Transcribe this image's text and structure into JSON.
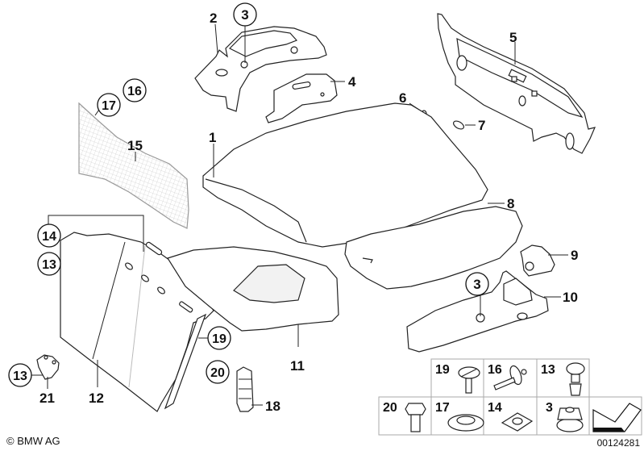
{
  "diagram": {
    "title": "BMW AG parts diagram - luggage compartment trim",
    "copyright": "© BMW AG",
    "reference_number": "00124281",
    "callouts": [
      {
        "id": "1",
        "circled": false
      },
      {
        "id": "2",
        "circled": false
      },
      {
        "id": "3",
        "circled": true
      },
      {
        "id": "4",
        "circled": false
      },
      {
        "id": "5",
        "circled": false
      },
      {
        "id": "6",
        "circled": false
      },
      {
        "id": "7",
        "circled": false
      },
      {
        "id": "8",
        "circled": false
      },
      {
        "id": "9",
        "circled": false
      },
      {
        "id": "10",
        "circled": false
      },
      {
        "id": "11",
        "circled": false
      },
      {
        "id": "12",
        "circled": false
      },
      {
        "id": "13",
        "circled": true
      },
      {
        "id": "14",
        "circled": true
      },
      {
        "id": "15",
        "circled": false
      },
      {
        "id": "16",
        "circled": true
      },
      {
        "id": "17",
        "circled": true
      },
      {
        "id": "18",
        "circled": false
      },
      {
        "id": "19",
        "circled": true
      },
      {
        "id": "20",
        "circled": true
      },
      {
        "id": "21",
        "circled": false
      }
    ],
    "labels": {
      "l1": "1",
      "l2": "2",
      "l3a": "3",
      "l3b": "3",
      "l4": "4",
      "l5": "5",
      "l6": "6",
      "l7": "7",
      "l8": "8",
      "l9": "9",
      "l10": "10",
      "l11": "11",
      "l12": "12",
      "l13a": "13",
      "l13b": "13",
      "l14": "14",
      "l15": "15",
      "l16": "16",
      "l17": "17",
      "l18": "18",
      "l19": "19",
      "l20": "20",
      "l21": "21"
    },
    "fastener_table": {
      "row1": [
        {
          "number": "19",
          "part": "screw"
        },
        {
          "number": "16",
          "part": "expanding-rivet"
        },
        {
          "number": "13",
          "part": "clip-rivet"
        }
      ],
      "row2": [
        {
          "number": "20",
          "part": "hex-bolt"
        },
        {
          "number": "17",
          "part": "spring-washer"
        },
        {
          "number": "14",
          "part": "sheet-metal-nut"
        },
        {
          "number": "3",
          "part": "hex-nut-with-flange"
        },
        {
          "number": "",
          "part": "direction-arrow"
        }
      ]
    }
  }
}
